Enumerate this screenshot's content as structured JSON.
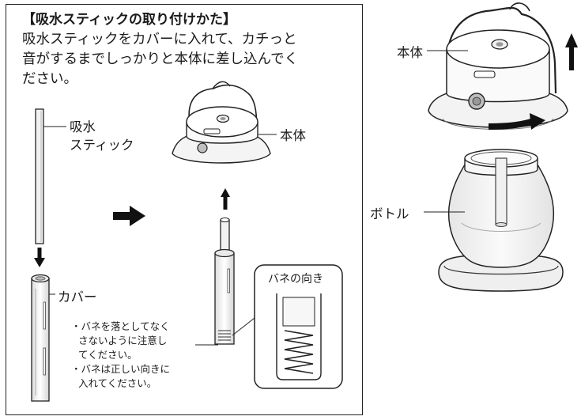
{
  "instructions": {
    "heading": "【吸水スティックの取り付けかた】",
    "body_line1": "吸水スティックをカバーに入れて、カチっと",
    "body_line2": "音がするまでしっかりと本体に差し込んでく",
    "body_line3": "ださい。"
  },
  "labels": {
    "stick_line1": "吸水",
    "stick_line2": "スティック",
    "body_top": "本体",
    "cover": "カバー",
    "spring_direction": "バネの向き",
    "body_right": "本体",
    "bottle": "ボトル"
  },
  "notes": {
    "line1": "・バネを落としてなく",
    "line2": "さないように注意し",
    "line3": "てください。",
    "line4": "・バネは正しい向きに",
    "line5": "入れてください。"
  }
}
